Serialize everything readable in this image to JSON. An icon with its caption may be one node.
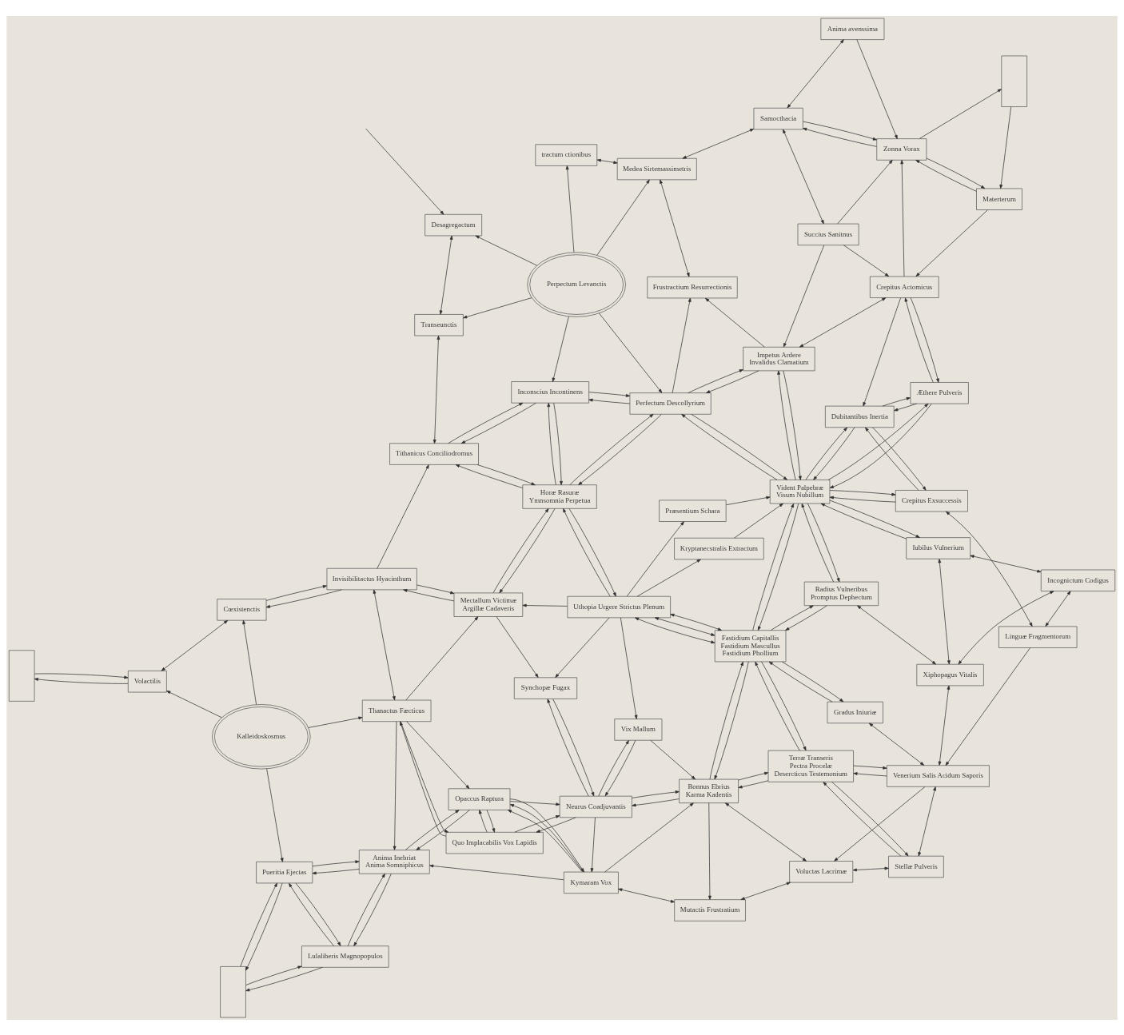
{
  "diagram": {
    "nodes": [
      {
        "text": [
          "Lulaliberis Magnopopulos"
        ]
      },
      {
        "text": [
          "Anima Inebriat",
          "Anima Somniphicus"
        ]
      },
      {
        "text": [
          "Opaccus Raptura"
        ]
      },
      {
        "text": [
          "Kymaram Vox"
        ]
      },
      {
        "text": [
          "Mutactis Frustratium"
        ]
      },
      {
        "text": [
          "Voluctas Lacrimæ"
        ]
      },
      {
        "text": [
          "Pueritia Ejectas"
        ]
      },
      {
        "text": [
          "Kalleidoskosmus"
        ]
      },
      {
        "text": [
          "Thanactus Fæcticus"
        ]
      },
      {
        "text": [
          "Quo Implacabilis Vox Lapidis"
        ]
      },
      {
        "text": [
          "Neurus Coadjuvantis"
        ]
      },
      {
        "text": [
          "Bonnus Ebrius",
          "Karma Kadentis"
        ]
      },
      {
        "text": [
          "Terræ Transeris",
          "Pectra Procelæ",
          "Desercticus Testemonium"
        ]
      },
      {
        "text": [
          "Stellæ Pulveris"
        ]
      },
      {
        "text": [
          "Synchopæ Fugax"
        ]
      },
      {
        "text": [
          "Vix Mallum"
        ]
      },
      {
        "text": [
          "Volactilis"
        ]
      },
      {
        "text": [
          "Cœxistenctis"
        ]
      },
      {
        "text": [
          "Invisibilitactus Hyacinthum"
        ]
      },
      {
        "text": [
          "Mectallum Victimæ",
          "Argillæ Cadaveris"
        ]
      },
      {
        "text": [
          "Uthopia Urgere Strictus Plenum"
        ]
      },
      {
        "text": [
          "Fastidium Capitallis",
          "Fastidium Mascullus",
          "Fastidium Phollium"
        ]
      },
      {
        "text": [
          "Venerium Salis Acidum Saporis"
        ]
      },
      {
        "text": [
          "Desagregactum"
        ]
      },
      {
        "text": [
          "Transeunctis"
        ]
      },
      {
        "text": [
          "Tithanicus Conciliodromus"
        ]
      },
      {
        "text": [
          "Horæ Rasuræ",
          "Ymnsomnia Perpetua"
        ]
      },
      {
        "text": [
          "Perpectum Levanctis"
        ]
      },
      {
        "text": [
          "Inconscius Incontinens"
        ]
      },
      {
        "text": [
          "Kryptanecstralis Extractum"
        ]
      },
      {
        "text": [
          "Præsentium Schara"
        ]
      },
      {
        "text": [
          "Gradus Iniuriæ"
        ]
      },
      {
        "text": [
          "Radius Vulneribus",
          "Promptus Dephectum"
        ]
      },
      {
        "text": [
          "Xiphopagus Vitalis"
        ]
      },
      {
        "text": [
          "Perfectum Descollyrium"
        ]
      },
      {
        "text": [
          "Vident Palpebræ",
          "Visum Nubillum"
        ]
      },
      {
        "text": [
          "Iubilus Vulnerium"
        ]
      },
      {
        "text": [
          "Incognictum Codigus"
        ]
      },
      {
        "text": [
          "tractum ctionibus"
        ]
      },
      {
        "text": [
          "Medea Sirtemassimetris"
        ]
      },
      {
        "text": [
          "Frustractium Resurrectionis"
        ]
      },
      {
        "text": [
          "Impetus Ardere",
          "Invalidus Clamatium"
        ]
      },
      {
        "text": [
          "Anima avenssima"
        ]
      },
      {
        "text": [
          "Samocthacia"
        ]
      },
      {
        "text": [
          "Succius Sanitnus"
        ]
      },
      {
        "text": [
          "Zonna Vorax"
        ]
      },
      {
        "text": [
          "Crepitus Actomicus"
        ]
      },
      {
        "text": [
          "Æthere Pulveris"
        ]
      },
      {
        "text": [
          "Dubitantibus Inertia"
        ]
      },
      {
        "text": [
          "Crepitus Exsuccessis"
        ]
      },
      {
        "text": [
          "Linguæ Fragmentorum"
        ]
      },
      {
        "text": [
          "Materterum"
        ]
      },
      {
        "text": [],
        "shape": "box"
      },
      {
        "text": [],
        "shape": "box"
      },
      {
        "text": [],
        "shape": "box"
      }
    ],
    "edges": [
      {
        "from": 52,
        "to": 0,
        "arrow": "to"
      },
      {
        "from": 0,
        "to": 52,
        "arrow": "to"
      },
      {
        "from": 0,
        "to": 1,
        "arrow": "to"
      },
      {
        "from": 1,
        "to": 0,
        "arrow": "to"
      },
      {
        "from": 6,
        "to": 0,
        "arrow": "to"
      },
      {
        "from": 0,
        "to": 6,
        "arrow": "to"
      },
      {
        "from": 52,
        "to": 6,
        "arrow": "to"
      },
      {
        "from": 6,
        "to": 52,
        "arrow": "to"
      },
      {
        "from": 6,
        "to": 1,
        "arrow": "to"
      },
      {
        "from": 1,
        "to": 6,
        "arrow": "to"
      },
      {
        "from": 3,
        "to": 1,
        "arrow": "to"
      },
      {
        "from": 1,
        "to": 2,
        "arrow": "to"
      },
      {
        "from": 2,
        "to": 1,
        "arrow": "to"
      },
      {
        "from": 2,
        "to": 3,
        "arrow": "to"
      },
      {
        "from": 3,
        "to": 2,
        "arrow": "to"
      },
      {
        "from": 3,
        "to": 2,
        "arrow": "to"
      },
      {
        "from": 2,
        "to": 10,
        "arrow": "to"
      },
      {
        "from": 10,
        "to": 3,
        "arrow": "to"
      },
      {
        "from": 3,
        "to": 4,
        "arrow": "both"
      },
      {
        "from": 4,
        "to": 5,
        "arrow": "both"
      },
      {
        "from": 3,
        "to": 11,
        "arrow": "to"
      },
      {
        "from": 11,
        "to": 4,
        "arrow": "to"
      },
      {
        "from": 11,
        "to": 5,
        "arrow": "both"
      },
      {
        "from": 7,
        "to": 6,
        "arrow": "to"
      },
      {
        "from": 7,
        "to": 8,
        "arrow": "to"
      },
      {
        "from": 7,
        "to": 16,
        "arrow": "to"
      },
      {
        "from": 7,
        "to": 17,
        "arrow": "to"
      },
      {
        "from": 8,
        "to": 1,
        "arrow": "to"
      },
      {
        "from": 8,
        "to": 2,
        "arrow": "to"
      },
      {
        "from": 8,
        "to": 9,
        "arrow": "to"
      },
      {
        "from": 9,
        "to": 8,
        "arrow": "to"
      },
      {
        "from": 9,
        "to": 2,
        "arrow": "to"
      },
      {
        "from": 2,
        "to": 9,
        "arrow": "to"
      },
      {
        "from": 9,
        "to": 10,
        "arrow": "to"
      },
      {
        "from": 10,
        "to": 9,
        "arrow": "to"
      },
      {
        "from": 10,
        "to": 11,
        "arrow": "to"
      },
      {
        "from": 11,
        "to": 10,
        "arrow": "to"
      },
      {
        "from": 14,
        "to": 10,
        "arrow": "to"
      },
      {
        "from": 10,
        "to": 14,
        "arrow": "to"
      },
      {
        "from": 15,
        "to": 10,
        "arrow": "to"
      },
      {
        "from": 10,
        "to": 15,
        "arrow": "to"
      },
      {
        "from": 19,
        "to": 14,
        "arrow": "to"
      },
      {
        "from": 15,
        "to": 11,
        "arrow": "to"
      },
      {
        "from": 8,
        "to": 18,
        "arrow": "both"
      },
      {
        "from": 8,
        "to": 19,
        "arrow": "to"
      },
      {
        "from": 11,
        "to": 12,
        "arrow": "to"
      },
      {
        "from": 12,
        "to": 11,
        "arrow": "to"
      },
      {
        "from": 12,
        "to": 13,
        "arrow": "to"
      },
      {
        "from": 13,
        "to": 12,
        "arrow": "to"
      },
      {
        "from": 5,
        "to": 13,
        "arrow": "both"
      },
      {
        "from": 11,
        "to": 21,
        "arrow": "to"
      },
      {
        "from": 21,
        "to": 11,
        "arrow": "to"
      },
      {
        "from": 21,
        "to": 12,
        "arrow": "to"
      },
      {
        "from": 12,
        "to": 21,
        "arrow": "to"
      },
      {
        "from": 12,
        "to": 22,
        "arrow": "to"
      },
      {
        "from": 22,
        "to": 12,
        "arrow": "to"
      },
      {
        "from": 13,
        "to": 22,
        "arrow": "both"
      },
      {
        "from": 22,
        "to": 5,
        "arrow": "to"
      },
      {
        "from": 50,
        "to": 22,
        "arrow": "to"
      },
      {
        "from": 53,
        "to": 16,
        "arrow": "to"
      },
      {
        "from": 16,
        "to": 53,
        "arrow": "to"
      },
      {
        "from": 16,
        "to": 17,
        "arrow": "both"
      },
      {
        "from": 17,
        "to": 18,
        "arrow": "to"
      },
      {
        "from": 18,
        "to": 17,
        "arrow": "to"
      },
      {
        "from": 18,
        "to": 19,
        "arrow": "to"
      },
      {
        "from": 19,
        "to": 18,
        "arrow": "to"
      },
      {
        "from": 18,
        "to": 25,
        "arrow": "to"
      },
      {
        "from": 20,
        "to": 19,
        "arrow": "to"
      },
      {
        "from": 20,
        "to": 14,
        "arrow": "to"
      },
      {
        "from": 20,
        "to": 15,
        "arrow": "to"
      },
      {
        "from": 19,
        "to": 26,
        "arrow": "to"
      },
      {
        "from": 26,
        "to": 19,
        "arrow": "to"
      },
      {
        "from": 20,
        "to": 21,
        "arrow": "both"
      },
      {
        "from": 20,
        "to": 21,
        "arrow": "both"
      },
      {
        "from": 20,
        "to": 21,
        "arrow": "both"
      },
      {
        "from": 21,
        "to": 31,
        "arrow": "to"
      },
      {
        "from": 31,
        "to": 21,
        "arrow": "to"
      },
      {
        "from": 31,
        "to": 22,
        "arrow": "both"
      },
      {
        "from": 21,
        "to": 32,
        "arrow": "to"
      },
      {
        "from": 32,
        "to": 21,
        "arrow": "to"
      },
      {
        "from": 22,
        "to": 33,
        "arrow": "both"
      },
      {
        "from": null,
        "to": 23,
        "arrow": "to"
      },
      {
        "from": 23,
        "to": 24,
        "arrow": "both"
      },
      {
        "from": 24,
        "to": 25,
        "arrow": "both"
      },
      {
        "from": 27,
        "to": 23,
        "arrow": "to"
      },
      {
        "from": 27,
        "to": 24,
        "arrow": "to"
      },
      {
        "from": 27,
        "to": 28,
        "arrow": "to"
      },
      {
        "from": 27,
        "to": 34,
        "arrow": "to"
      },
      {
        "from": 27,
        "to": 38,
        "arrow": "to"
      },
      {
        "from": 27,
        "to": 39,
        "arrow": "to"
      },
      {
        "from": 25,
        "to": 26,
        "arrow": "to"
      },
      {
        "from": 26,
        "to": 25,
        "arrow": "to"
      },
      {
        "from": 28,
        "to": 25,
        "arrow": "to"
      },
      {
        "from": 25,
        "to": 28,
        "arrow": "to"
      },
      {
        "from": 20,
        "to": 26,
        "arrow": "to"
      },
      {
        "from": 26,
        "to": 20,
        "arrow": "to"
      },
      {
        "from": 28,
        "to": 26,
        "arrow": "to"
      },
      {
        "from": 26,
        "to": 28,
        "arrow": "to"
      },
      {
        "from": 34,
        "to": 28,
        "arrow": "to"
      },
      {
        "from": 28,
        "to": 34,
        "arrow": "to"
      },
      {
        "from": 34,
        "to": 26,
        "arrow": "to"
      },
      {
        "from": 26,
        "to": 34,
        "arrow": "to"
      },
      {
        "from": 20,
        "to": 29,
        "arrow": "to"
      },
      {
        "from": 20,
        "to": 30,
        "arrow": "to"
      },
      {
        "from": 29,
        "to": 35,
        "arrow": "to"
      },
      {
        "from": 30,
        "to": 35,
        "arrow": "to"
      },
      {
        "from": 34,
        "to": 35,
        "arrow": "to"
      },
      {
        "from": 35,
        "to": 34,
        "arrow": "to"
      },
      {
        "from": 21,
        "to": 35,
        "arrow": "to"
      },
      {
        "from": 35,
        "to": 21,
        "arrow": "to"
      },
      {
        "from": 35,
        "to": 32,
        "arrow": "to"
      },
      {
        "from": 32,
        "to": 35,
        "arrow": "to"
      },
      {
        "from": 32,
        "to": 33,
        "arrow": "both"
      },
      {
        "from": 35,
        "to": 36,
        "arrow": "to"
      },
      {
        "from": 36,
        "to": 35,
        "arrow": "to"
      },
      {
        "from": 36,
        "to": 33,
        "arrow": "both"
      },
      {
        "from": 36,
        "to": 37,
        "arrow": "both"
      },
      {
        "from": 33,
        "to": 37,
        "arrow": "both"
      },
      {
        "from": 37,
        "to": 50,
        "arrow": "both"
      },
      {
        "from": 35,
        "to": 47,
        "arrow": "to"
      },
      {
        "from": 47,
        "to": 35,
        "arrow": "to"
      },
      {
        "from": 35,
        "to": 48,
        "arrow": "to"
      },
      {
        "from": 48,
        "to": 35,
        "arrow": "to"
      },
      {
        "from": 35,
        "to": 49,
        "arrow": "to"
      },
      {
        "from": 49,
        "to": 35,
        "arrow": "to"
      },
      {
        "from": 47,
        "to": 48,
        "arrow": "to"
      },
      {
        "from": 48,
        "to": 47,
        "arrow": "to"
      },
      {
        "from": 48,
        "to": 49,
        "arrow": "to"
      },
      {
        "from": 49,
        "to": 48,
        "arrow": "to"
      },
      {
        "from": 49,
        "to": 50,
        "arrow": "both"
      },
      {
        "from": 34,
        "to": 41,
        "arrow": "to"
      },
      {
        "from": 41,
        "to": 34,
        "arrow": "to"
      },
      {
        "from": 41,
        "to": 35,
        "arrow": "to"
      },
      {
        "from": 35,
        "to": 41,
        "arrow": "to"
      },
      {
        "from": 41,
        "to": 40,
        "arrow": "to"
      },
      {
        "from": 34,
        "to": 40,
        "arrow": "to"
      },
      {
        "from": 38,
        "to": 39,
        "arrow": "both"
      },
      {
        "from": 39,
        "to": 40,
        "arrow": "both"
      },
      {
        "from": 39,
        "to": 43,
        "arrow": "both"
      },
      {
        "from": 42,
        "to": 43,
        "arrow": "both"
      },
      {
        "from": 43,
        "to": 44,
        "arrow": "both"
      },
      {
        "from": 44,
        "to": 41,
        "arrow": "to"
      },
      {
        "from": 45,
        "to": 43,
        "arrow": "to"
      },
      {
        "from": 43,
        "to": 45,
        "arrow": "to"
      },
      {
        "from": 42,
        "to": 45,
        "arrow": "to"
      },
      {
        "from": 44,
        "to": 45,
        "arrow": "to"
      },
      {
        "from": 44,
        "to": 46,
        "arrow": "to"
      },
      {
        "from": 41,
        "to": 46,
        "arrow": "both"
      },
      {
        "from": 46,
        "to": 47,
        "arrow": "to"
      },
      {
        "from": 47,
        "to": 46,
        "arrow": "to"
      },
      {
        "from": 45,
        "to": 54,
        "arrow": "to"
      },
      {
        "from": 54,
        "to": 51,
        "arrow": "to"
      },
      {
        "from": 51,
        "to": 45,
        "arrow": "to"
      },
      {
        "from": 45,
        "to": 51,
        "arrow": "to"
      },
      {
        "from": 51,
        "to": 46,
        "arrow": "to"
      },
      {
        "from": 46,
        "to": 45,
        "arrow": "to"
      },
      {
        "from": 46,
        "to": 48,
        "arrow": "to"
      }
    ]
  }
}
